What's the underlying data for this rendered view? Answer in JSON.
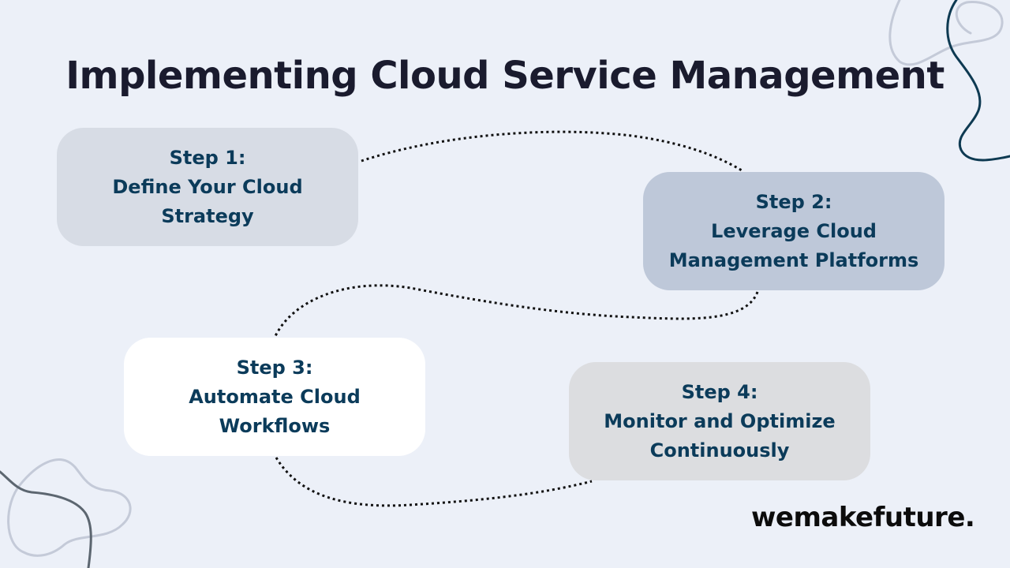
{
  "title": "Implementing Cloud Service Management",
  "steps": [
    {
      "heading": "Step 1:",
      "lines": [
        "Define Your Cloud",
        "Strategy"
      ]
    },
    {
      "heading": "Step 2:",
      "lines": [
        "Leverage Cloud",
        "Management Platforms"
      ]
    },
    {
      "heading": "Step 3:",
      "lines": [
        "Automate Cloud",
        "Workflows"
      ]
    },
    {
      "heading": "Step 4:",
      "lines": [
        "Monitor and Optimize",
        "Continuously"
      ]
    }
  ],
  "brand": "wemakefuture.",
  "colors": {
    "background": "#ecf0f8",
    "title": "#1a1b2e",
    "step_text": "#0b3b5a",
    "step1_fill": "#d7dce5",
    "step2_fill": "#bec8d9",
    "step3_fill": "#ffffff",
    "step4_fill": "#dcdde0",
    "connector": "#111111",
    "blob_light": "#c4cad8",
    "blob_dark": "#0e3a52",
    "blob_grey": "#5c6670"
  }
}
